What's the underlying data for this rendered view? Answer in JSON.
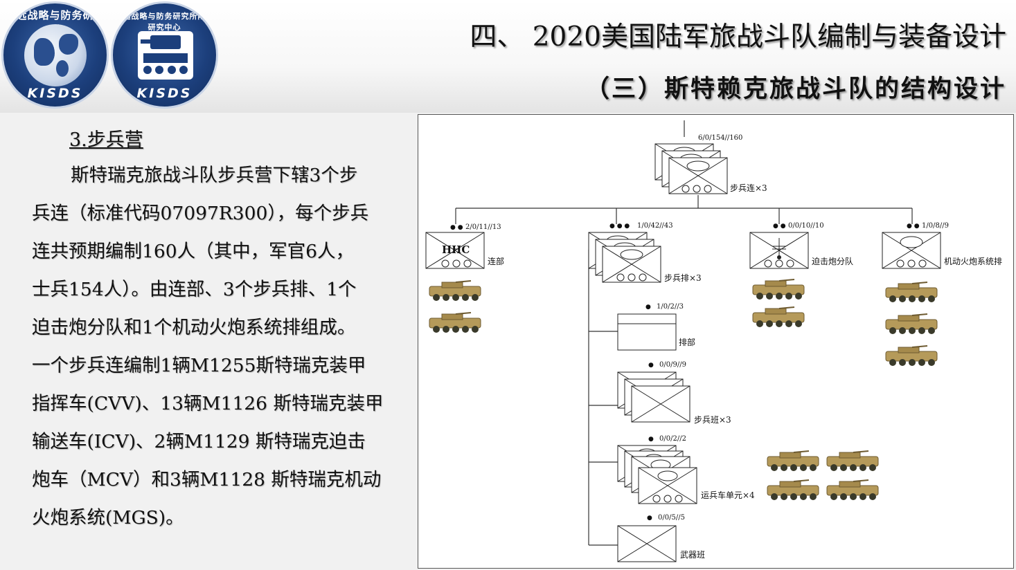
{
  "logos": {
    "logo1_ring": "知远战略与防务研究所",
    "logo1_abbr": "KISDS",
    "logo2_ring": "知远战略与防务研究所陆战研究中心",
    "logo2_abbr": "KISDS"
  },
  "header": {
    "title": "四、 2020美国陆军旅战斗队编制与装备设计",
    "subtitle": "（三）斯特赖克旅战斗队的结构设计"
  },
  "content": {
    "heading": "3.步兵营",
    "paragraph_lines": [
      "斯特瑞克旅战斗队步兵营下辖3个步",
      "兵连（标准代码07097R300），每个步兵",
      "连共预期编制160人（其中，军官6人，",
      "士兵154人）。由连部、3个步兵排、1个",
      "迫击炮分队和1个机动火炮系统排组成。",
      "一个步兵连编制1辆M1255斯特瑞克装甲",
      "指挥车(CVV)、13辆M1126 斯特瑞克装甲",
      "输送车(ICV)、2辆M1129 斯特瑞克迫击",
      "炮车（MCV）和3辆M1128 斯特瑞克机动",
      "火炮系统(MGS)。"
    ]
  },
  "diagram": {
    "company": {
      "strength": "6/0/154//160",
      "label": "步兵连×3"
    },
    "hq": {
      "strength": "2/0/11//13",
      "label": "连部",
      "symbol_text": "HHC",
      "echelon": "● ●"
    },
    "platoon": {
      "strength": "1/0/42//43",
      "label": "步兵排×3",
      "echelon": "● ● ●"
    },
    "mortar": {
      "strength": "0/0/10//10",
      "label": "迫击炮分队",
      "echelon": "● ●"
    },
    "mgs": {
      "strength": "1/0/8//9",
      "label": "机动火炮系统排",
      "echelon": "● ●"
    },
    "platoon_hq": {
      "strength": "1/0/2//3",
      "label": "排部",
      "echelon": "●"
    },
    "squad": {
      "strength": "0/0/9//9",
      "label": "步兵班×3",
      "echelon": "●"
    },
    "vehicle_unit": {
      "strength": "0/0/2//2",
      "label": "运兵车单元×4",
      "echelon": "●"
    },
    "weapons": {
      "strength": "0/0/5//5",
      "label": "武器班",
      "echelon": "●"
    },
    "colors": {
      "vehicle": "#b59a5a",
      "vehicle_dark": "#6d5a30",
      "line": "#333333"
    }
  }
}
